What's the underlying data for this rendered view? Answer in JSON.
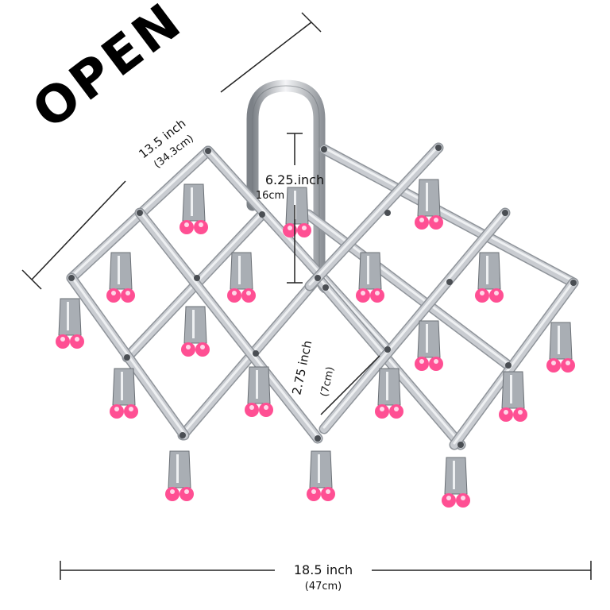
{
  "headline": "OPEN",
  "dimensions": {
    "diagonal": {
      "inch": "13.5 inch",
      "cm": "(34.3cm)"
    },
    "hook_height": {
      "inch": "6.25.inch",
      "cm": "16cm"
    },
    "cell": {
      "inch": "2.75 inch",
      "cm": "(7cm)"
    },
    "width": {
      "inch": "18.5 inch",
      "cm": "(47cm)"
    }
  },
  "colors": {
    "frame": "#c9ccd1",
    "frame_edge": "#8f949a",
    "clip_body": "#a9aeb4",
    "clip_tip": "#ff4f93",
    "dim_line": "#222222"
  }
}
